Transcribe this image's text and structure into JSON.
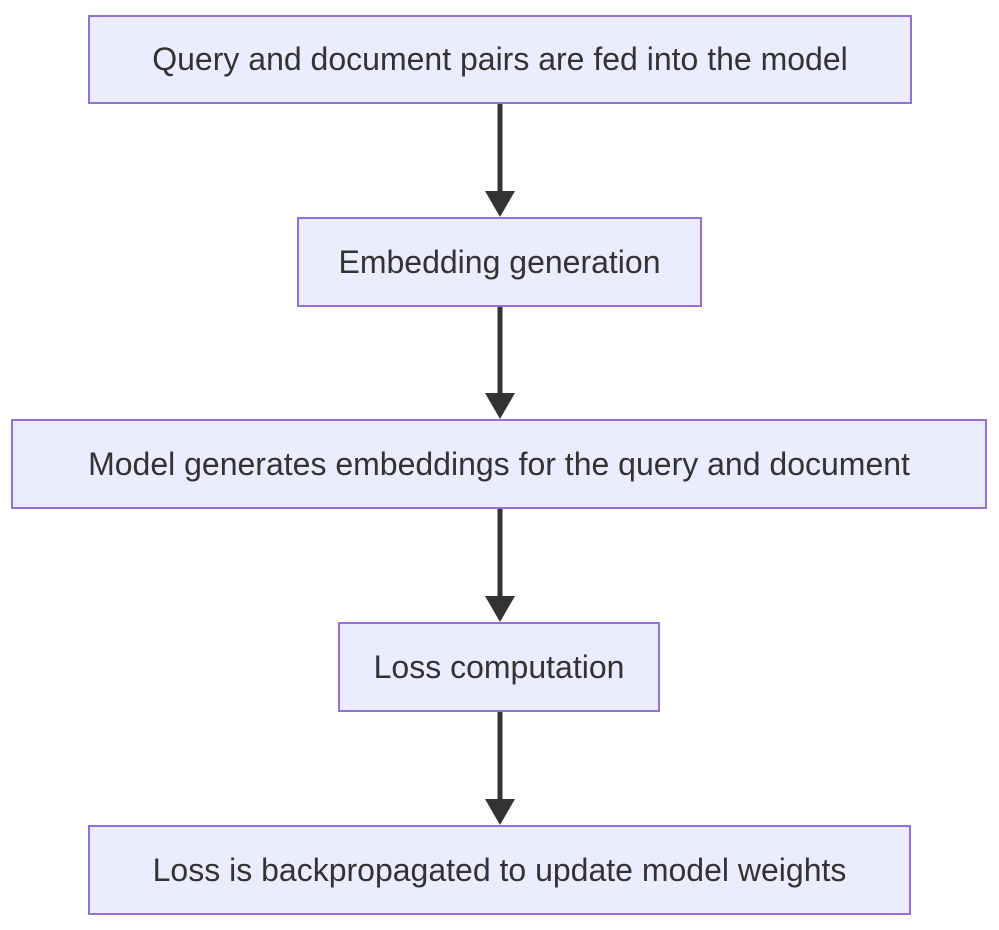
{
  "diagram": {
    "type": "flowchart",
    "direction": "top-down",
    "nodes": [
      {
        "id": "A",
        "label": "Query and document pairs are fed into the model"
      },
      {
        "id": "B",
        "label": "Embedding generation"
      },
      {
        "id": "C",
        "label": "Model generates embeddings for the query and document"
      },
      {
        "id": "D",
        "label": "Loss computation"
      },
      {
        "id": "E",
        "label": "Loss is backpropagated to update model weights"
      }
    ],
    "edges": [
      {
        "from": "A",
        "to": "B"
      },
      {
        "from": "B",
        "to": "C"
      },
      {
        "from": "C",
        "to": "D"
      },
      {
        "from": "D",
        "to": "E"
      }
    ]
  },
  "colors": {
    "node-fill": "#ECECFF",
    "node-border": "#9370DB",
    "node-text": "#333333",
    "arrow": "#333333",
    "background": "#FFFFFF"
  }
}
